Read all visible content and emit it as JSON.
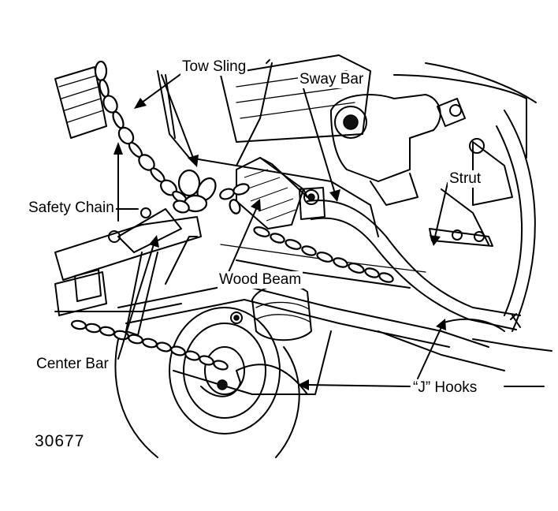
{
  "labels": {
    "tow_sling": "Tow Sling",
    "sway_bar": "Sway Bar",
    "strut": "Strut",
    "safety_chain": "Safety Chain",
    "wood_beam": "Wood Beam",
    "center_bar": "Center Bar",
    "j_hooks": "“J” Hooks"
  },
  "figure_number": "30677"
}
